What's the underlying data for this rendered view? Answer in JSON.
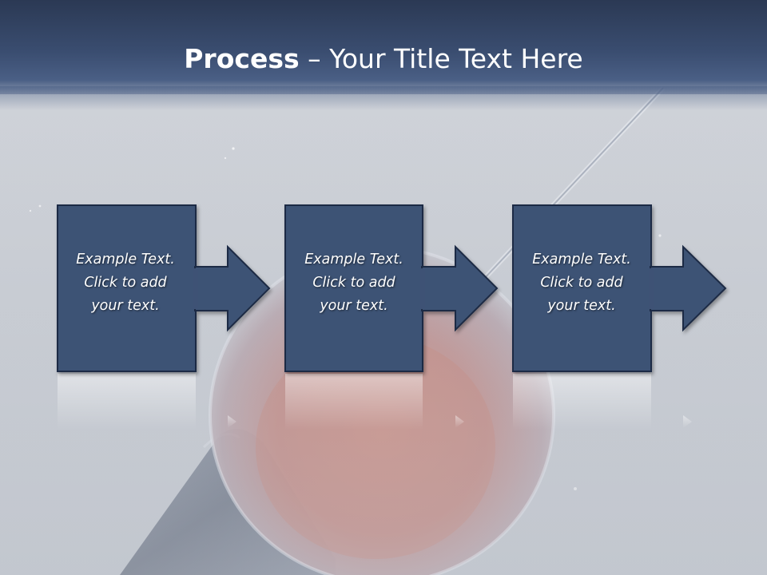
{
  "slide": {
    "title_bold": "Process",
    "title_rest": " – Your Title Text Here"
  },
  "steps": [
    {
      "line1": "Example Text.",
      "line2": "Click  to add",
      "line3": "your text."
    },
    {
      "line1": "Example Text.",
      "line2": "Click  to add",
      "line3": "your text."
    },
    {
      "line1": "Example Text.",
      "line2": "Click  to add",
      "line3": "your text."
    }
  ],
  "colors": {
    "header": "#3a4d70",
    "box_fill": "#3e5275",
    "box_border": "#1f2c44",
    "text": "#ffffff"
  },
  "icons": [
    "arrow-right-icon",
    "arrow-right-icon",
    "arrow-right-icon"
  ]
}
